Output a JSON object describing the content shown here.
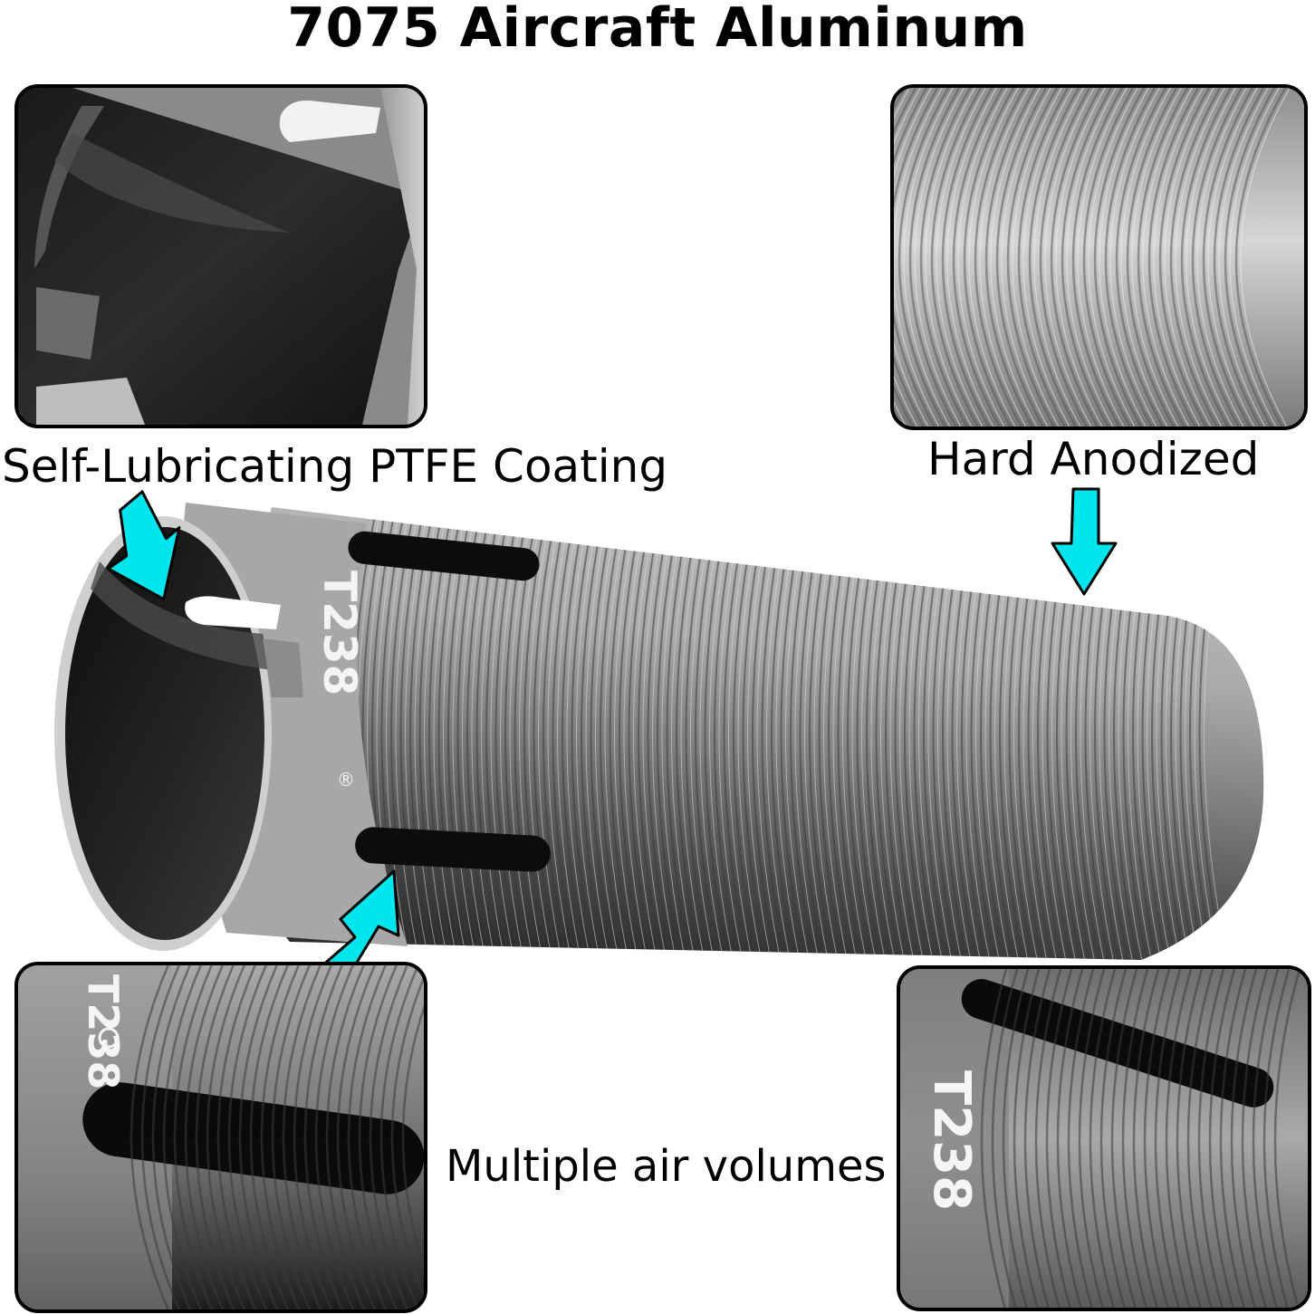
{
  "title": "7075 Aircraft Aluminum",
  "labels": {
    "ptfe": "Self-Lubricating PTFE Coating",
    "anodized": "Hard Anodized",
    "air": "Multiple air volumes"
  },
  "brand": {
    "mark": "T238",
    "registered": "®"
  },
  "colors": {
    "arrow": "#00e5ee",
    "metal_light": "#c9c9c9",
    "metal_dark": "#3a3a3a"
  }
}
